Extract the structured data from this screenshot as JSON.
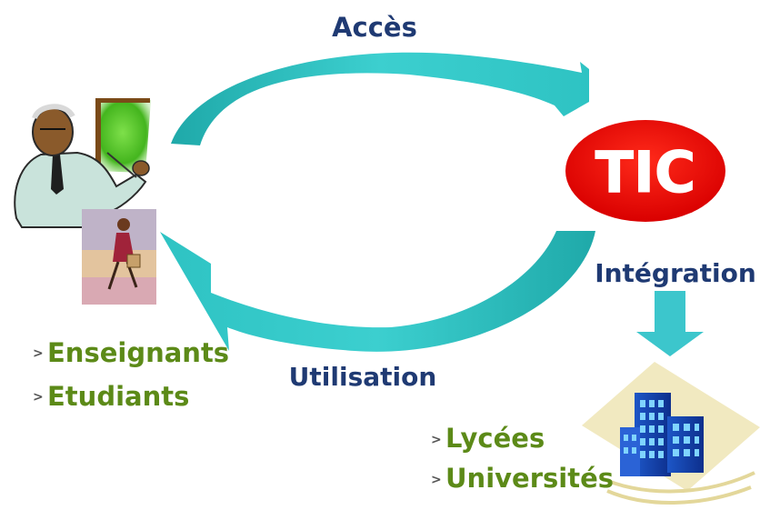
{
  "diagram": {
    "labels": {
      "access": "Accès",
      "integration": "Intégration",
      "utilisation": "Utilisation"
    },
    "tic": {
      "text": "TIC",
      "color": "#e00000"
    },
    "users": {
      "bullet": ">",
      "items": [
        "Enseignants",
        "Etudiants"
      ]
    },
    "institutions": {
      "bullet": ">",
      "items": [
        "Lycées",
        "Universités"
      ]
    },
    "colors": {
      "arrow": "#2fbcbc",
      "label_text": "#1f3a73",
      "list_text": "#5c8a18"
    },
    "icons": [
      "teacher-icon",
      "student-icon",
      "building-icon"
    ]
  }
}
